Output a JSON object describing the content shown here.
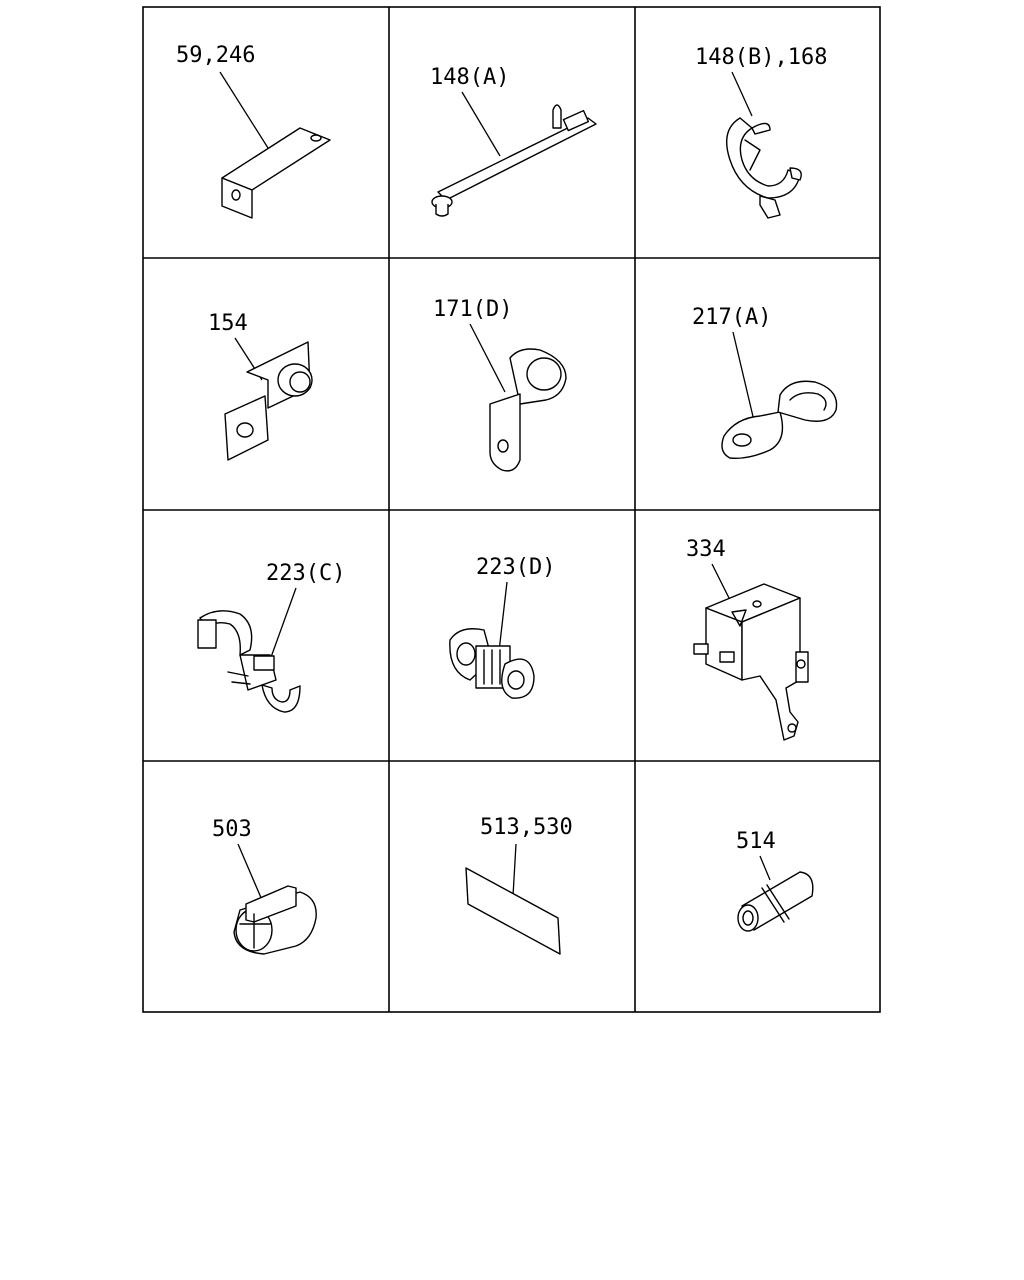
{
  "diagram": {
    "cells": [
      {
        "id": "c1",
        "label": "59,246"
      },
      {
        "id": "c2",
        "label": "148(A)"
      },
      {
        "id": "c3",
        "label": "148(B),168"
      },
      {
        "id": "c4",
        "label": "154"
      },
      {
        "id": "c5",
        "label": "171(D)"
      },
      {
        "id": "c6",
        "label": "217(A)"
      },
      {
        "id": "c7",
        "label": "223(C)"
      },
      {
        "id": "c8",
        "label": "223(D)"
      },
      {
        "id": "c9",
        "label": "334"
      },
      {
        "id": "c10",
        "label": "503"
      },
      {
        "id": "c11",
        "label": "513,530"
      },
      {
        "id": "c12",
        "label": "514"
      }
    ]
  }
}
